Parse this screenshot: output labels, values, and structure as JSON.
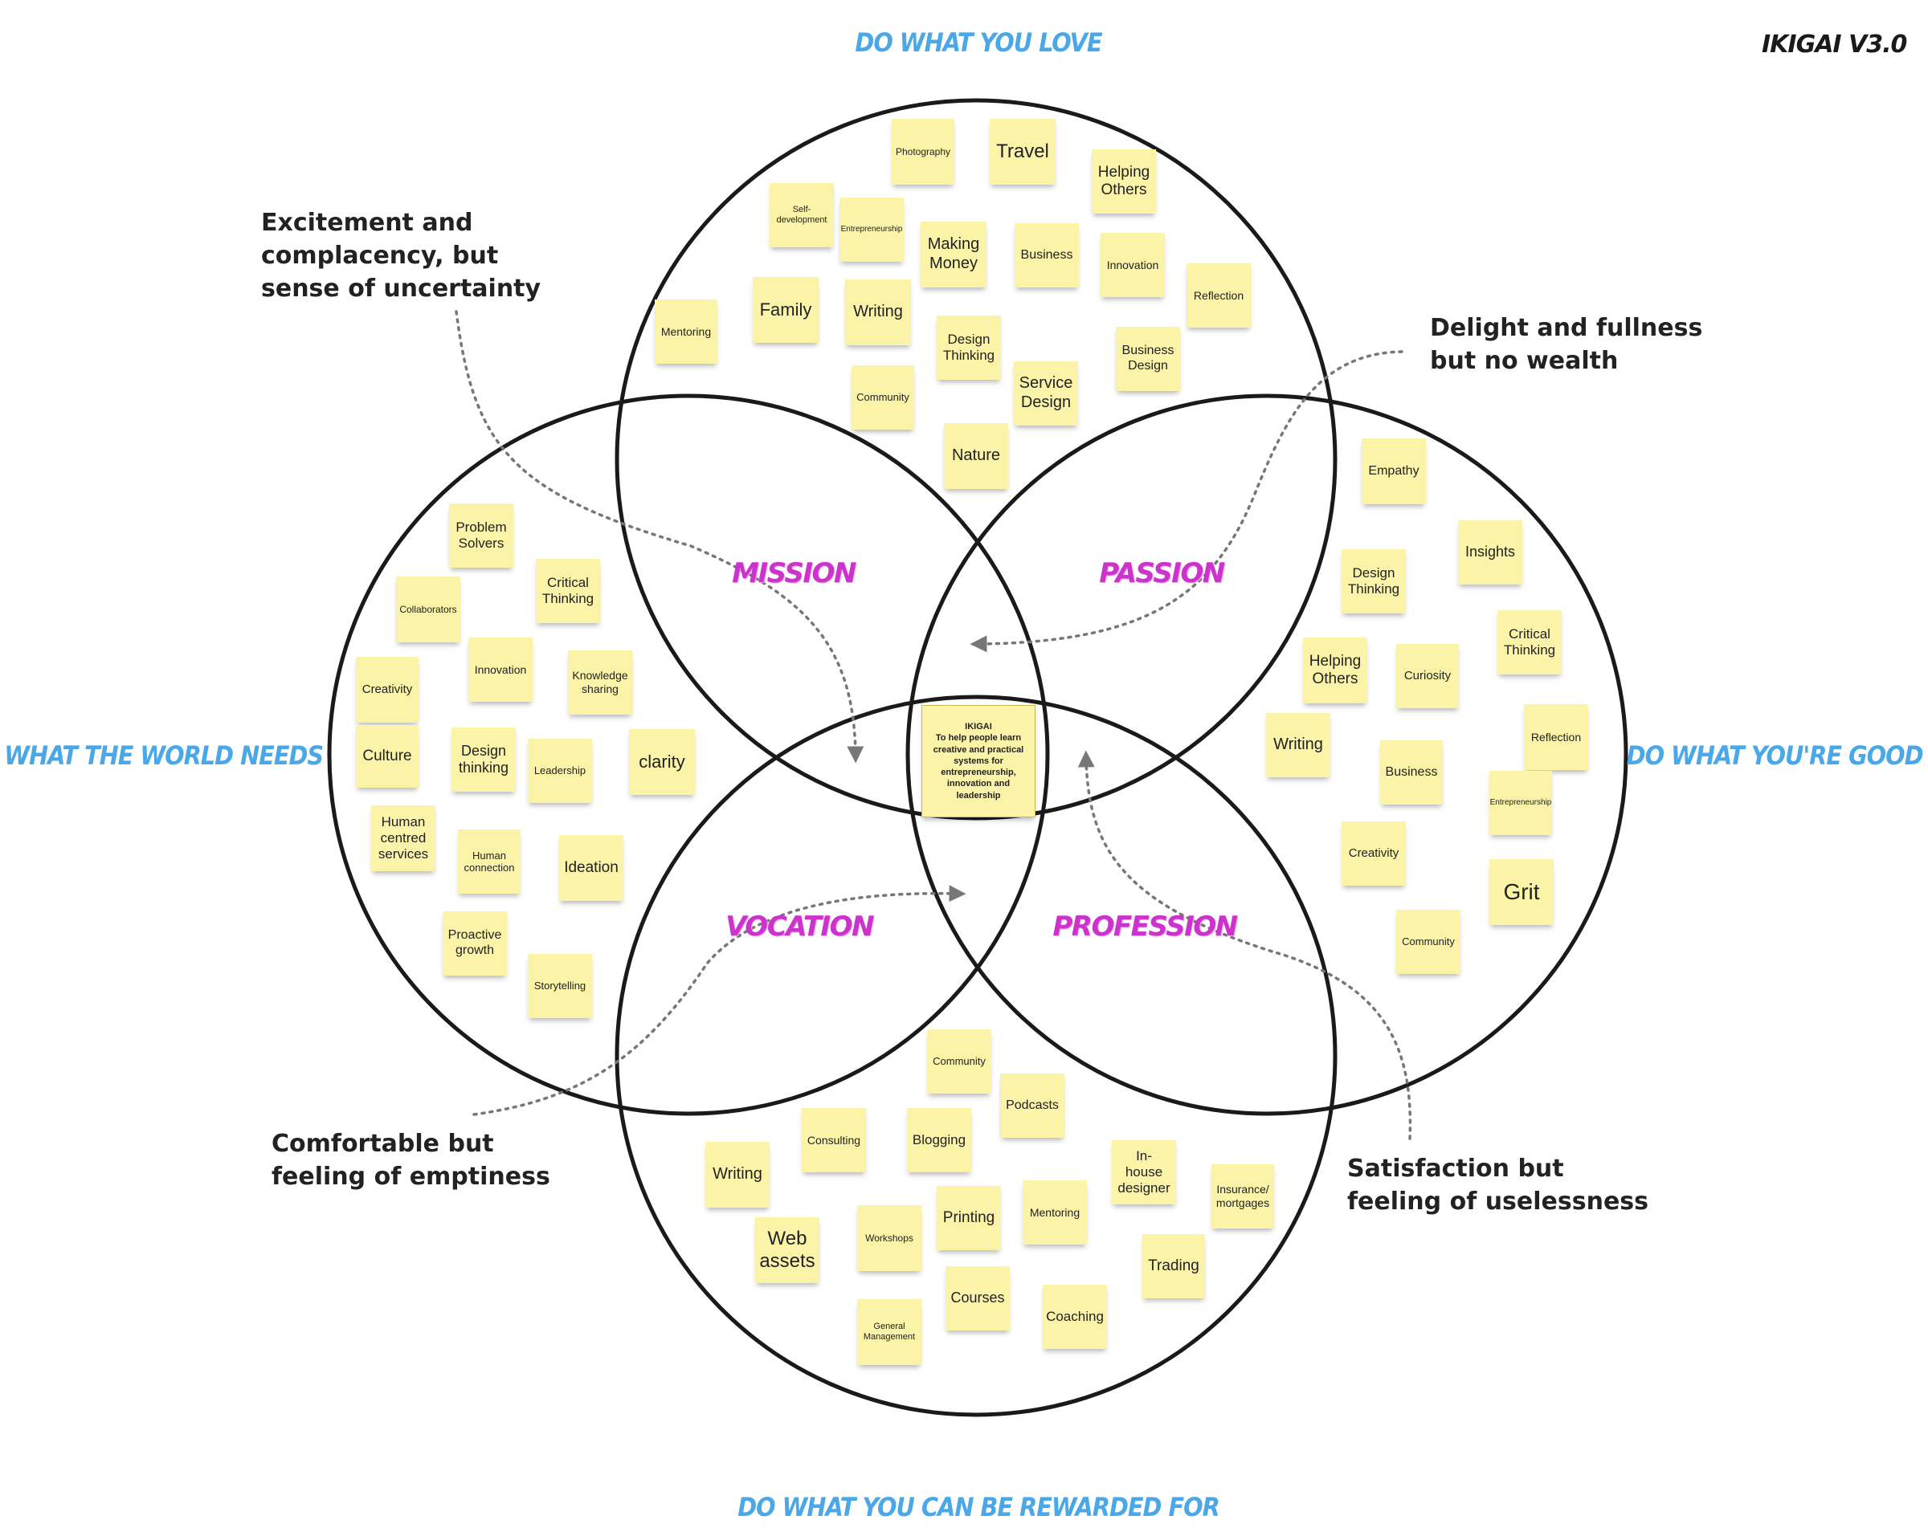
{
  "title": "IKIGAI V3.0",
  "quadrant_labels": {
    "top": "DO WHAT YOU LOVE",
    "left": "DO WHAT THE WORLD NEEDS",
    "right": "DO WHAT YOU'RE GOOD AT",
    "bottom": "DO WHAT YOU CAN BE REWARDED FOR"
  },
  "zones": {
    "mission": "MISSION",
    "passion": "PASSION",
    "vocation": "VOCATION",
    "profession": "PROFESSION"
  },
  "annotations": {
    "top_left": "Excitement and\ncomplacency, but\nsense of uncertainty",
    "top_right": "Delight and fullness\nbut no wealth",
    "bottom_left": "Comfortable but\nfeeling of emptiness",
    "bottom_right": "Satisfaction but\nfeeling of uselessness"
  },
  "center_note": "IKIGAI\nTo help people learn\ncreative and practical\nsystems for\nentrepreneurship,\ninnovation and\nleadership",
  "notes_love": [
    "Photography",
    "Travel",
    "Helping\nOthers",
    "Self-\ndevelopment",
    "Entrepreneurship",
    "Making\nMoney",
    "Business",
    "Innovation",
    "Reflection",
    "Mentoring",
    "Family",
    "Writing",
    "Design\nThinking",
    "Service\nDesign",
    "Business\nDesign",
    "Community",
    "Nature"
  ],
  "notes_world": [
    "Problem\nSolvers",
    "Critical\nThinking",
    "Collaborators",
    "Innovation",
    "Knowledge\nsharing",
    "Creativity",
    "Culture",
    "Design\nthinking",
    "Leadership",
    "clarity",
    "Human\ncentred\nservices",
    "Human\nconnection",
    "Ideation",
    "Proactive\ngrowth",
    "Storytelling"
  ],
  "notes_good": [
    "Empathy",
    "Insights",
    "Design\nThinking",
    "Critical\nThinking",
    "Helping\nOthers",
    "Curiosity",
    "Writing",
    "Reflection",
    "Business",
    "Entrepreneurship",
    "Creativity",
    "Grit",
    "Community"
  ],
  "notes_reward": [
    "Community",
    "Podcasts",
    "Consulting",
    "Blogging",
    "Writing",
    "In-\nhouse\ndesigner",
    "Insurance/\nmortgages",
    "Web\nassets",
    "Workshops",
    "Printing",
    "Mentoring",
    "Trading",
    "Courses",
    "Coaching",
    "General\nManagement"
  ]
}
